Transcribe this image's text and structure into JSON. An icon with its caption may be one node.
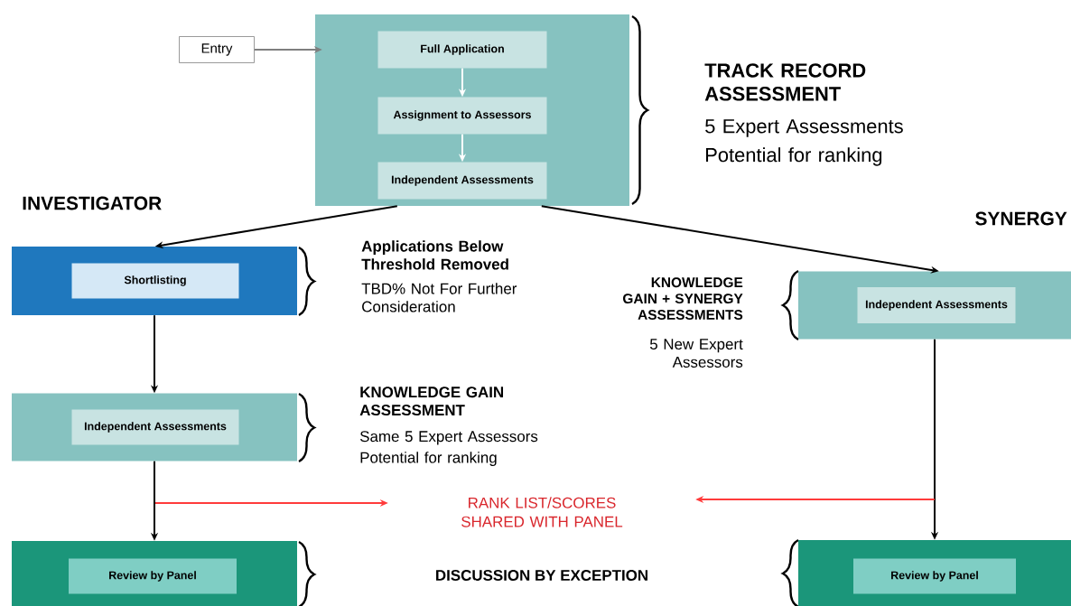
{
  "diagram": {
    "nodes": [
      {
        "text": [
          "Entry"
        ]
      },
      {
        "text": [],
        "shape": "box",
        "beside": [
          "TRACK RECORD ASSESSMENT",
          "5 Expert Assessments",
          "Potential for ranking"
        ]
      },
      {
        "text": [
          "Full Application"
        ],
        "in": 1
      },
      {
        "text": [
          "Assignment to Assessors"
        ],
        "in": 1
      },
      {
        "text": [
          "Independent Assessments"
        ],
        "in": 1
      },
      {
        "text": [],
        "shape": "box",
        "beside": [
          "Applications Below Threshold Removed",
          "TBD% Not For Further Consideration"
        ]
      },
      {
        "text": [
          "Shortlisting"
        ],
        "in": 5
      },
      {
        "text": [],
        "shape": "box",
        "beside": [
          "KNOWLEDGE GAIN ASSESSMENT",
          "Same 5 Expert Assessors",
          "Potential for ranking"
        ]
      },
      {
        "text": [
          "Independent Assessments"
        ],
        "in": 7
      },
      {
        "text": [],
        "shape": "box"
      },
      {
        "text": [
          "Review by Panel"
        ],
        "in": 9
      },
      {
        "text": [],
        "shape": "box",
        "beside": [
          "KNOWLEDGE GAIN + SYNERGY ASSESSMENTS",
          "5 New Expert Assessors"
        ]
      },
      {
        "text": [
          "Independent Assessments"
        ],
        "in": 11
      },
      {
        "text": [],
        "shape": "box"
      },
      {
        "text": [
          "Review by Panel"
        ],
        "in": 13
      },
      {
        "text": [
          "RANK LIST/SCORES SHARED WITH PANEL"
        ]
      }
    ],
    "edges": [
      {
        "from": 0,
        "to": 1,
        "arrow": "to",
        "color": "#7f7f7f"
      },
      {
        "from": 2,
        "to": 3,
        "arrow": "to",
        "color": "#ffffff"
      },
      {
        "from": 3,
        "to": 4,
        "arrow": "to",
        "color": "#ffffff"
      },
      {
        "from": 1,
        "to": 5,
        "arrow": "to"
      },
      {
        "from": 1,
        "to": 11,
        "arrow": "to"
      },
      {
        "from": 5,
        "to": 7,
        "arrow": "to"
      },
      {
        "from": 7,
        "to": 9,
        "arrow": "to"
      },
      {
        "from": 11,
        "to": 13,
        "arrow": "to"
      },
      {
        "from": null,
        "to": 15,
        "arrow": "to",
        "color": "#ff3b3b"
      },
      {
        "from": null,
        "to": 15,
        "arrow": "to",
        "color": "#ff3b3b"
      }
    ],
    "labels": [
      "INVESTIGATOR",
      "SYNERGY",
      "DISCUSSION BY EXCEPTION"
    ]
  }
}
